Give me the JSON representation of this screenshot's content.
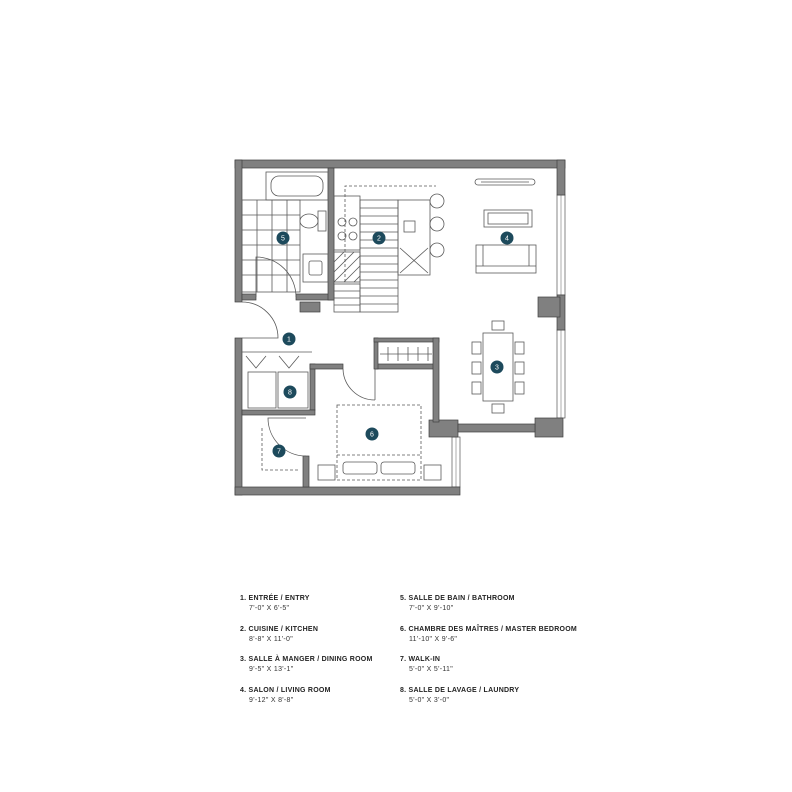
{
  "plan": {
    "markers": [
      "1",
      "2",
      "3",
      "4",
      "5",
      "6",
      "7",
      "8"
    ]
  },
  "legend": {
    "left": [
      {
        "title": "1. ENTRÉE / ENTRY",
        "dims": "7'-0\" X 6'-5\""
      },
      {
        "title": "2. CUISINE / KITCHEN",
        "dims": "8'-8\" X 11'-0\""
      },
      {
        "title": "3. SALLE À MANGER / DINING ROOM",
        "dims": "9'-5\" X 13'-1\""
      },
      {
        "title": "4. SALON / LIVING ROOM",
        "dims": "9'-12\" X 8'-8\""
      }
    ],
    "right": [
      {
        "title": "5. SALLE DE BAIN / BATHROOM",
        "dims": "7'-0\" X 9'-10\""
      },
      {
        "title": "6. CHAMBRE DES MAÎTRES / MASTER BEDROOM",
        "dims": "11'-10\" X 9'-6\""
      },
      {
        "title": "7. WALK-IN",
        "dims": "5'-0\" X 5'-11\""
      },
      {
        "title": "8. SALLE DE LAVAGE / LAUNDRY",
        "dims": "5'-0\" X 3'-0\""
      }
    ]
  },
  "colors": {
    "marker": "#1d4a5c",
    "marker_text": "#ffffff",
    "wall": "#808080",
    "line": "#5a5a5a"
  }
}
